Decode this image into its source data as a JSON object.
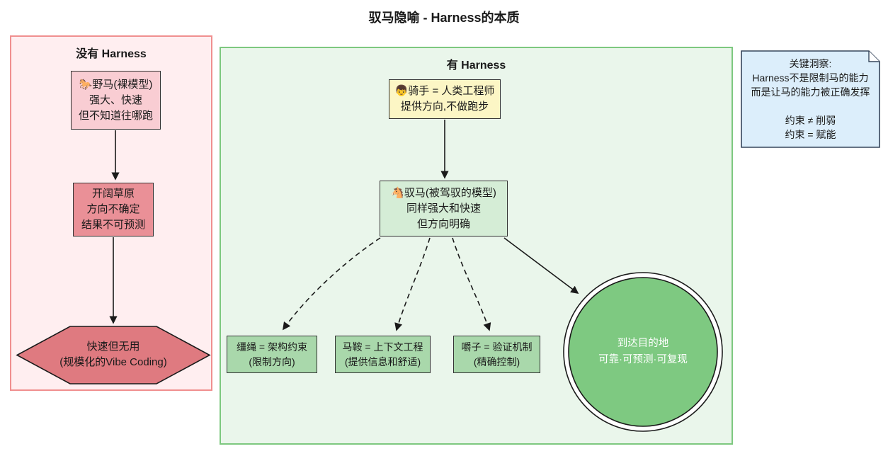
{
  "title": "驭马隐喻 - Harness的本质",
  "without_harness": {
    "label": "没有 Harness",
    "wild_horse": [
      "🐎野马(裸模型)",
      "强大、快速",
      "但不知道往哪跑"
    ],
    "prairie": [
      "开阔草原",
      "方向不确定",
      "结果不可预测"
    ],
    "outcome": [
      "快速但无用",
      "(规模化的Vibe Coding)"
    ]
  },
  "with_harness": {
    "label": "有 Harness",
    "rider": [
      "👦骑手 = 人类工程师",
      "提供方向,不做跑步"
    ],
    "harnessed_horse": [
      "🐴驭马(被驾驭的模型)",
      "同样强大和快速",
      "但方向明确"
    ],
    "reins": [
      "缰绳 = 架构约束",
      "(限制方向)"
    ],
    "saddle": [
      "马鞍 = 上下文工程",
      "(提供信息和舒适)"
    ],
    "bit": [
      "嚼子 = 验证机制",
      "(精确控制)"
    ],
    "destination": [
      "到达目的地",
      "可靠·可预测·可复现"
    ]
  },
  "note": {
    "lines": [
      "关键洞察:",
      "Harness不是限制马的能力",
      "而是让马的能力被正确发挥",
      "",
      "约束 ≠ 削弱",
      "约束 = 赋能"
    ]
  },
  "colors": {
    "section_without_bg": "#ffeef0",
    "section_without_border": "#f08f8f",
    "wild_horse_fill": "#f9cdd3",
    "prairie_fill": "#ea9097",
    "outcome_fill": "#df7a80",
    "section_with_bg": "#eaf6eb",
    "section_with_border": "#7dc87f",
    "rider_fill": "#fcf6c5",
    "harnessed_horse_fill": "#d5edd6",
    "harness_part_fill": "#a9d8ab",
    "destination_fill": "#7ec981",
    "note_fill": "#dceefb",
    "note_border": "#36465c",
    "stroke": "#333333"
  }
}
